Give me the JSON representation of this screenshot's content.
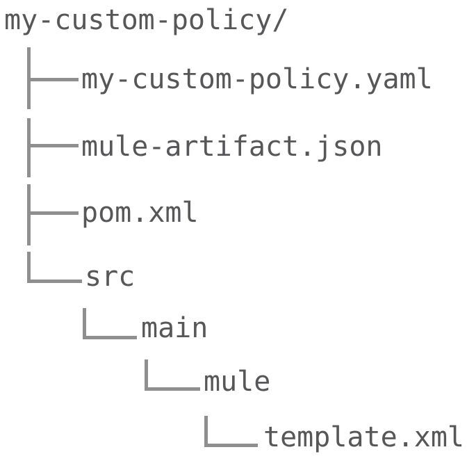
{
  "colors": {
    "background": "#ffffff",
    "text": "#57575a",
    "line": "#8f8f8f"
  },
  "tree": {
    "description": "Project directory structure diagram",
    "rows": [
      {
        "label": "my-custom-policy/",
        "type": "root-folder",
        "level": 0
      },
      {
        "label": "my-custom-policy.yaml",
        "type": "file",
        "level": 1
      },
      {
        "label": "mule-artifact.json",
        "type": "file",
        "level": 1
      },
      {
        "label": "pom.xml",
        "type": "file",
        "level": 1
      },
      {
        "label": "src",
        "type": "folder",
        "level": 1
      },
      {
        "label": "main",
        "type": "folder",
        "level": 2
      },
      {
        "label": "mule",
        "type": "folder",
        "level": 3
      },
      {
        "label": "template.xml",
        "type": "file",
        "level": 4
      }
    ]
  }
}
